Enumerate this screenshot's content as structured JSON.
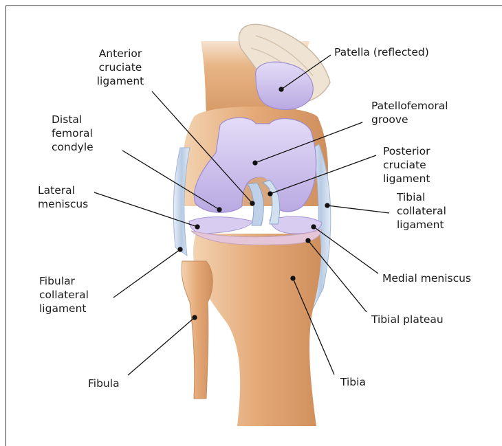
{
  "labels": {
    "patella": "Patella (reflected)",
    "acl": "Anterior\ncruciate\nligament",
    "pf_groove": "Patellofemoral\ngroove",
    "distal_condyle": "Distal\nfemoral\ncondyle",
    "pcl": "Posterior\ncruciate\nligament",
    "lateral_meniscus": "Lateral\nmeniscus",
    "tibial_collateral": "Tibial\ncollateral\nligament",
    "medial_meniscus": "Medial meniscus",
    "fibular_collateral": "Fibular\ncollateral\nligament",
    "tibial_plateau": "Tibial plateau",
    "fibula": "Fibula",
    "tibia": "Tibia"
  },
  "colors": {
    "bone": "#e9b98c",
    "bone_shade": "#c98d5f",
    "cartilage": "#cfc2ee",
    "cartilage_shade": "#a898d8",
    "ligament": "#c6d6ea",
    "ligament_shade": "#8ea9cc"
  }
}
